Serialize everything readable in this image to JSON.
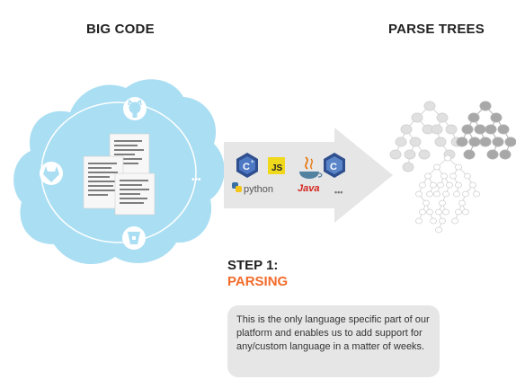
{
  "headings": {
    "left": "BIG CODE",
    "right": "PARSE TREES"
  },
  "step": {
    "title": "STEP 1:",
    "subtitle": "PARSING",
    "description": "This is the only language specific part of our platform and enables us to add support for any/custom language in a matter of weeks."
  },
  "arrow_labels": {
    "js": "JS",
    "python": "python",
    "java": "Java",
    "more": "•••"
  },
  "cloud_labels": {
    "more": "•••"
  },
  "colors": {
    "cloud": "#a9def3",
    "cloud_inner": "#ffffff",
    "arrow": "#e6e6e6",
    "accent": "#f26b2b",
    "tree_light": "#e0e0e0",
    "tree_dark": "#a8a8a8"
  },
  "icons": [
    "github-icon",
    "gitlab-icon",
    "bitbucket-icon",
    "document-icon",
    "c-logo-icon",
    "cpp-logo-icon",
    "js-logo-icon",
    "python-logo-icon",
    "java-logo-icon"
  ]
}
